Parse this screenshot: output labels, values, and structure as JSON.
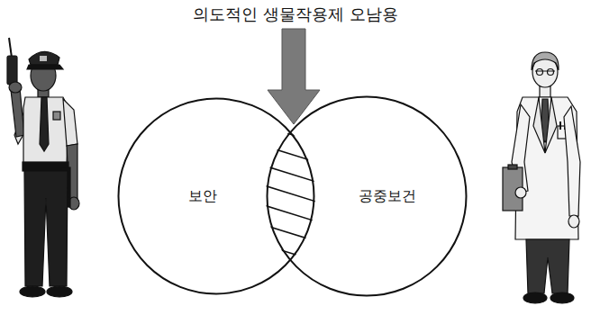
{
  "diagram": {
    "title": "의도적인 생물작용제 오남용",
    "nodes": [
      {
        "text": [
          "보안"
        ]
      },
      {
        "text": [
          "공중보건"
        ]
      }
    ]
  }
}
